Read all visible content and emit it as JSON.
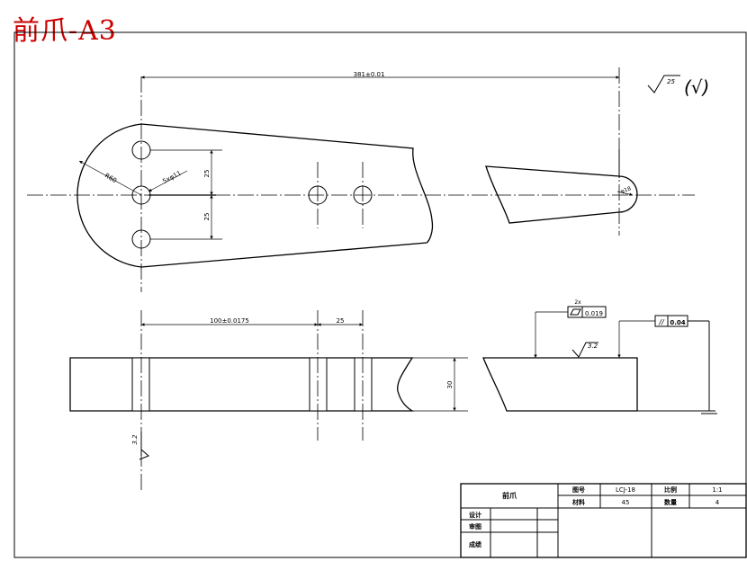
{
  "sheet": {
    "title": "前爪-A3"
  },
  "dimensions": {
    "overall_length": "381±0.01",
    "radius_large": "R60",
    "hole_dia": "5xφ11",
    "upper_offset": "25",
    "lower_offset": "25",
    "tip_dia": "φ18",
    "hole_spacing": "100±0.0175",
    "small_spacing": "25",
    "thickness": "30"
  },
  "surface_finish": {
    "general": "25",
    "general_paren": "(√)",
    "top_face": "3.2",
    "left_face": "3.2"
  },
  "tolerances": {
    "flatness_label": "2x",
    "flatness_value": "0.019",
    "parallel_symbol": "//",
    "parallel_value": "0.04"
  },
  "title_block": {
    "part_name": "前爪",
    "drawing_no_label": "图号",
    "drawing_no": "LCJ-18",
    "scale_label": "比例",
    "scale": "1:1",
    "material_label": "材料",
    "material": "45",
    "quantity_label": "数量",
    "quantity": "4",
    "design_label": "设计",
    "review_label": "审图",
    "product_label": "成绩"
  }
}
